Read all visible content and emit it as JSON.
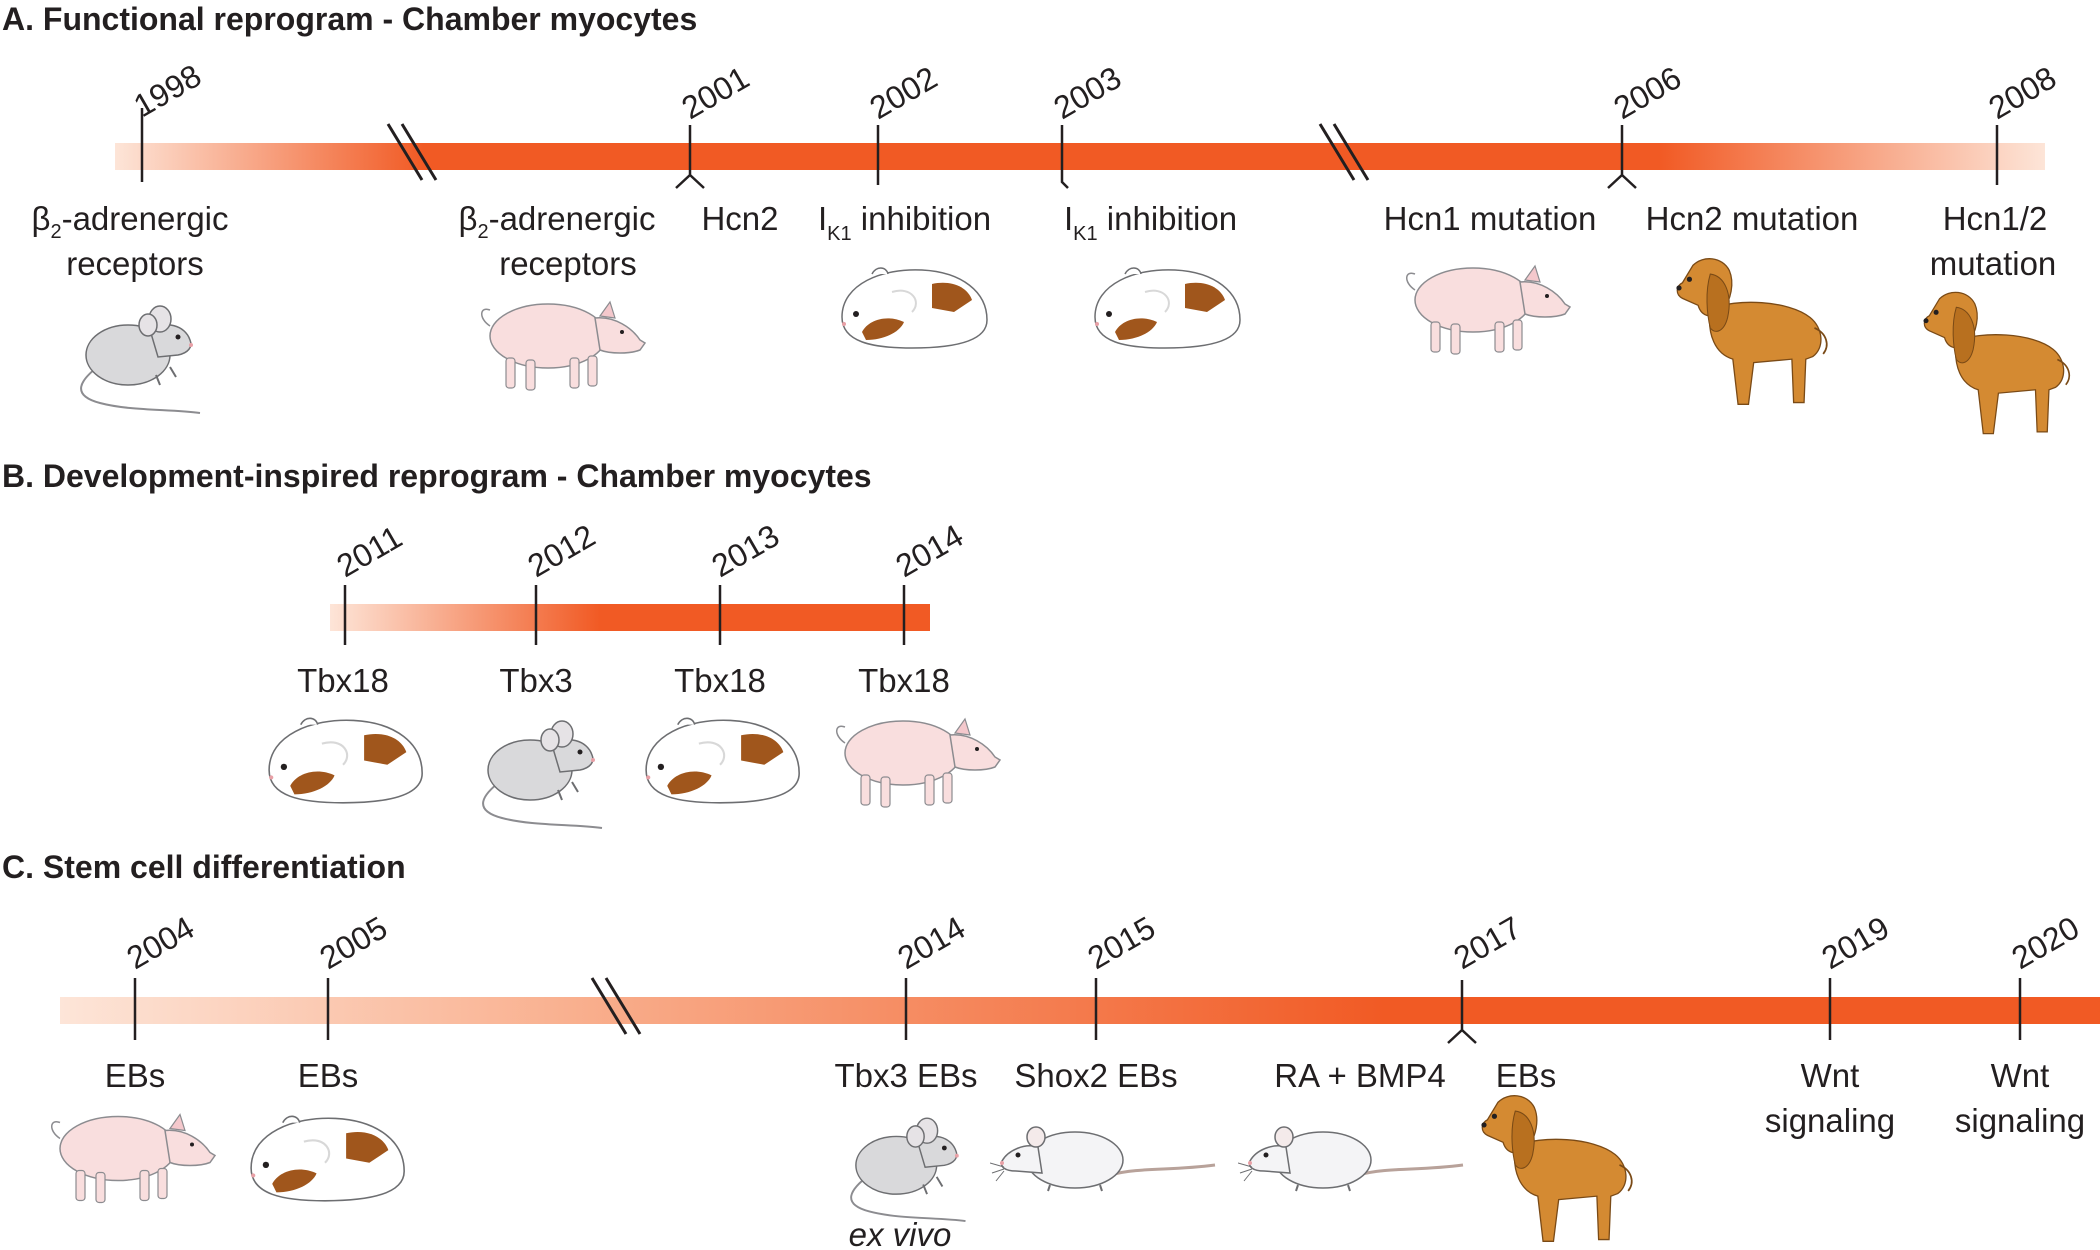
{
  "panels": [
    {
      "title": "A. Functional reprogram - Chamber myocytes",
      "years": [
        "1998",
        "2001",
        "2002",
        "2003",
        "2006",
        "2008"
      ],
      "labels": {
        "beta_prefix": "β",
        "beta_sub": "2",
        "beta_suffix": "-adrenergic",
        "receptors": "receptors",
        "hcn2": "Hcn2",
        "ik_prefix": "I",
        "ik_sub": "K1",
        "inhibition": " inhibition",
        "hcn1_mutation": "Hcn1 mutation",
        "hcn2_mutation": "Hcn2 mutation",
        "hcn12": "Hcn1/2",
        "mutation": "mutation"
      }
    },
    {
      "title": "B. Development-inspired reprogram - Chamber myocytes",
      "years": [
        "2011",
        "2012",
        "2013",
        "2014"
      ],
      "labels": [
        "Tbx18",
        "Tbx3",
        "Tbx18",
        "Tbx18"
      ]
    },
    {
      "title": "C. Stem cell differentiation",
      "years": [
        "2004",
        "2005",
        "2014",
        "2015",
        "2017",
        "2019",
        "2020"
      ],
      "labels": {
        "ebs1": "EBs",
        "ebs2": "EBs",
        "tbx3_ebs": "Tbx3 EBs",
        "ex_vivo": "ex vivo",
        "shox2_ebs": "Shox2 EBs",
        "ra_bmp4": "RA + BMP4",
        "ebs3": "EBs",
        "wnt1": "Wnt",
        "signaling1": "signaling",
        "wnt2": "Wnt",
        "signaling2": "signaling"
      }
    }
  ],
  "icons": {
    "panel_a": [
      "mouse-icon",
      "pig-icon",
      "guinea-pig-icon",
      "guinea-pig-icon",
      "pig-icon",
      "dog-icon",
      "dog-icon"
    ],
    "panel_b": [
      "guinea-pig-icon",
      "mouse-icon",
      "guinea-pig-icon",
      "pig-icon"
    ],
    "panel_c": [
      "pig-icon",
      "guinea-pig-icon",
      "mouse-icon",
      "rat-icon",
      "rat-icon",
      "dog-icon"
    ]
  },
  "colors": {
    "timeline": "#f15a24",
    "timeline_light": "#fde5d8",
    "text": "#231f20",
    "pig": "#f9dede",
    "guinea_pig_patch": "#a0561c",
    "mouse": "#d9d9db",
    "rat": "#f4f4f6",
    "dog": "#d48a32"
  }
}
